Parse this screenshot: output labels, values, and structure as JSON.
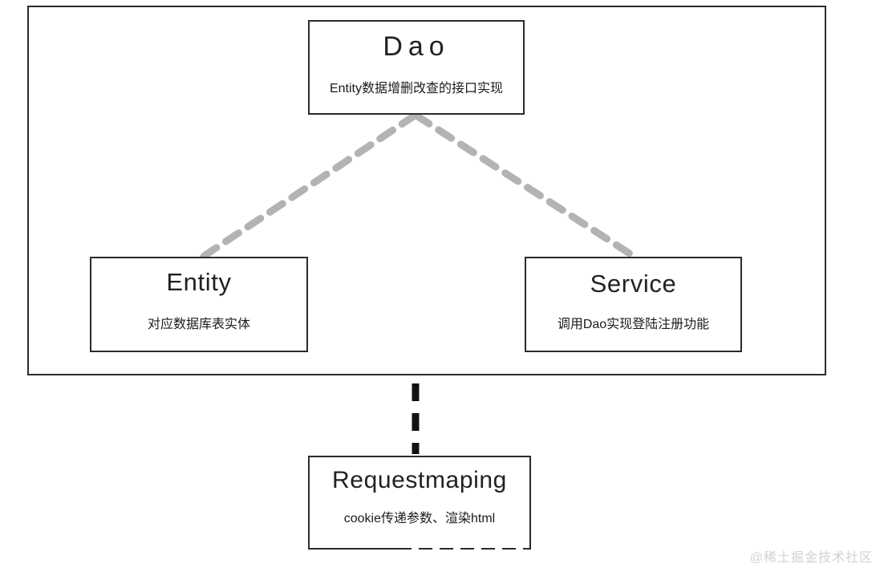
{
  "diagram": {
    "type": "architecture-layer-diagram",
    "background_color": "#ffffff",
    "group_border_color": "#2c2c2c",
    "node_border_color": "#2b2b2b",
    "connector_color_dashed_gray": "#b3b3b3",
    "connector_color_dashed_black": "#121212",
    "watermark_color": "#d2d2d2"
  },
  "group": {
    "label": "backend-layer-group"
  },
  "nodes": [
    {
      "id": "dao",
      "title": "Dao",
      "subtitle": "Entity数据增删改查的接口实现"
    },
    {
      "id": "entity",
      "title": "Entity",
      "subtitle": "对应数据库表实体"
    },
    {
      "id": "service",
      "title": "Service",
      "subtitle": "调用Dao实现登陆注册功能"
    },
    {
      "id": "requestmaping",
      "title": "Requestmaping",
      "subtitle": "cookie传递参数、渲染html"
    }
  ],
  "connectors": [
    {
      "id": "dao-to-entity",
      "from": "dao",
      "to": "entity",
      "style": "dashed",
      "color": "#b3b3b3"
    },
    {
      "id": "dao-to-service",
      "from": "dao",
      "to": "service",
      "style": "dashed",
      "color": "#b3b3b3"
    },
    {
      "id": "group-to-requestmaping",
      "from": "group",
      "to": "requestmaping",
      "style": "dashed",
      "color": "#121212"
    }
  ],
  "watermark": {
    "text": "@稀土掘金技术社区"
  }
}
